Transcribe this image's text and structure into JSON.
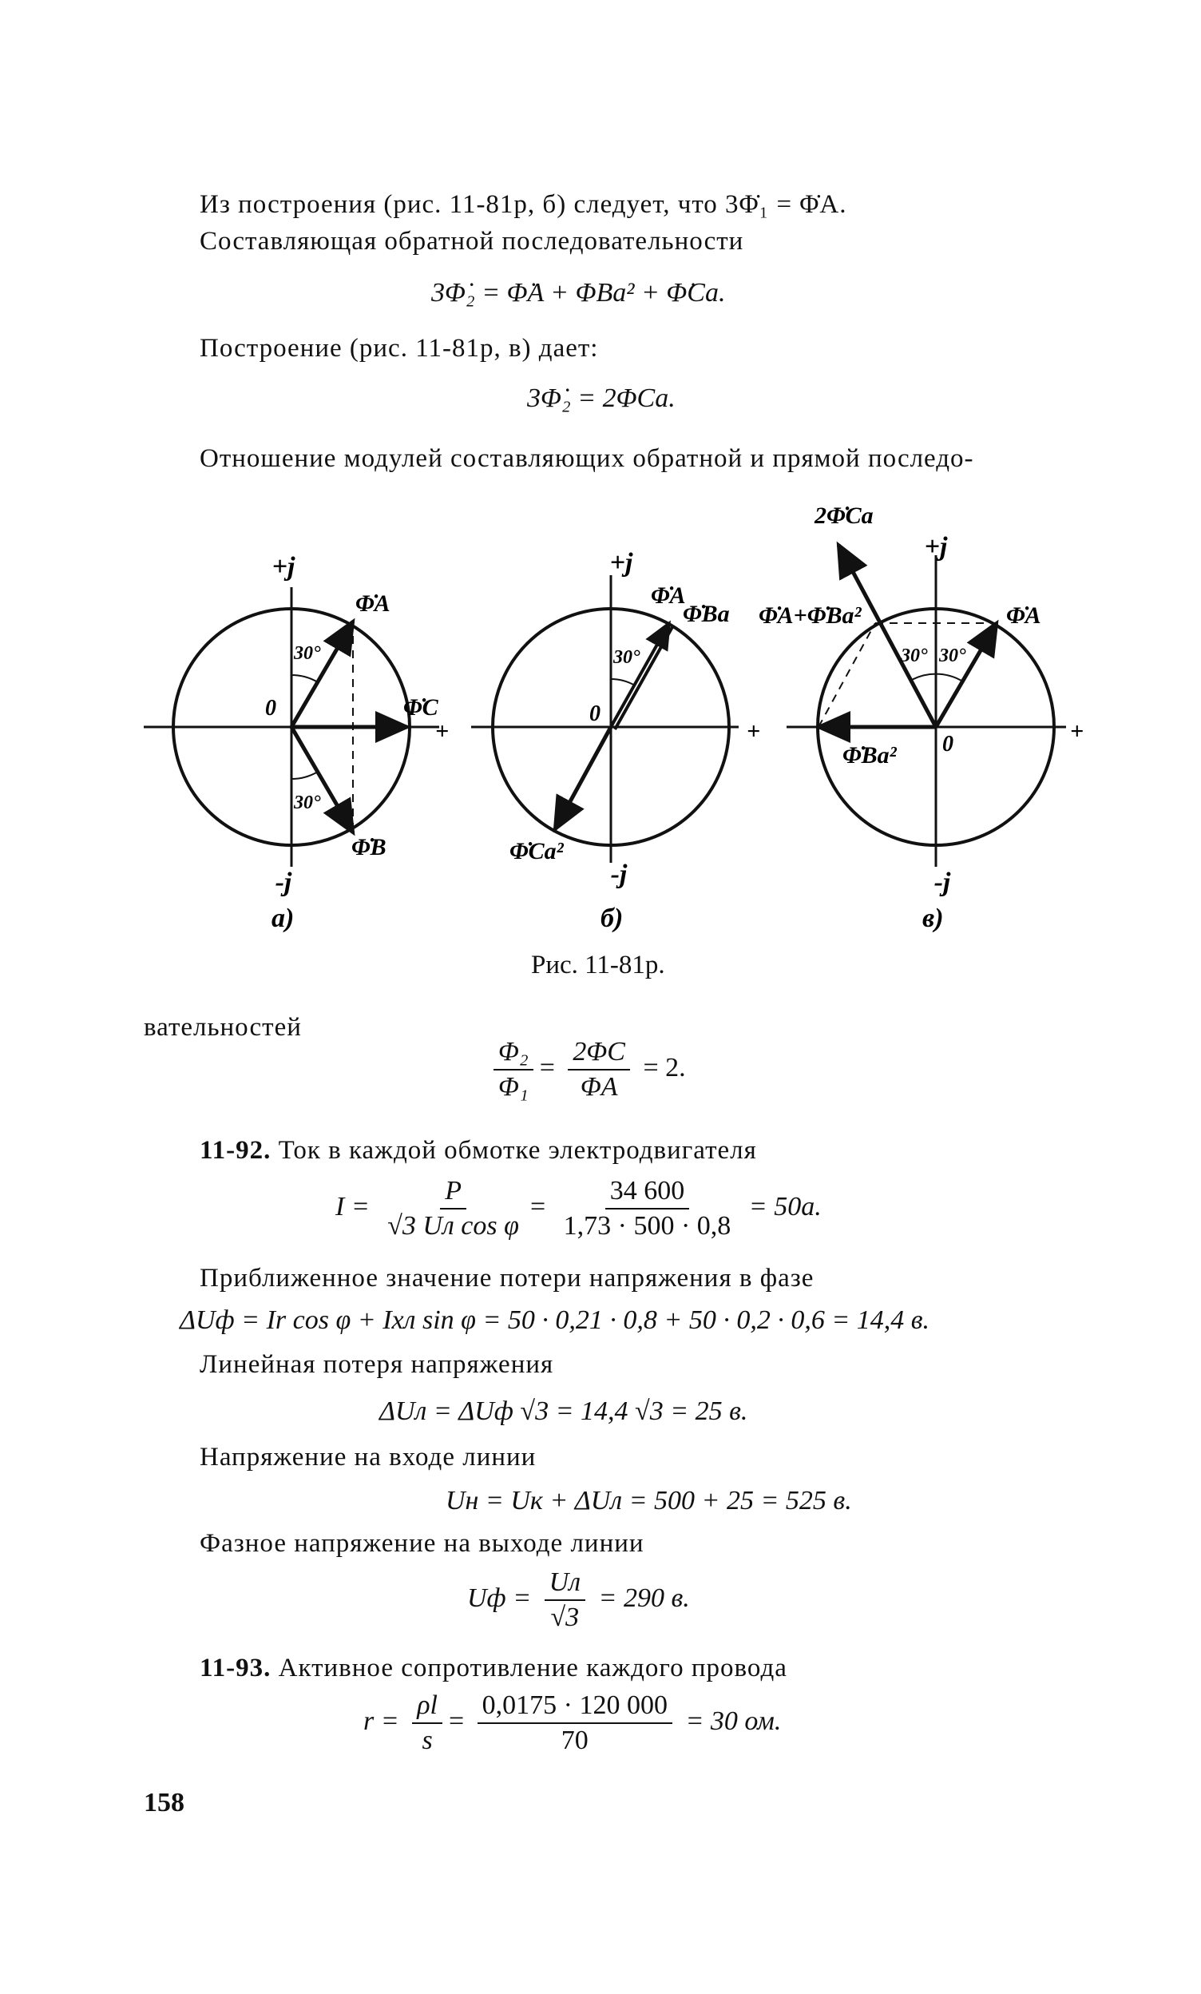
{
  "top": {
    "line1": "Из построения (рис. 11-81р, б) следует, что 3Φ̇₁ = Φ̇A.",
    "line2": "Составляющая обратной последовательности",
    "formula1": "3Φ̇₂ = Φ̇A + ΦBa² + Φ̇Ca.",
    "line3": "Построение (рис. 11-81р, в) дает:",
    "formula2": "3Φ̇₂ = 2ΦCa.",
    "line4": "Отношение модулей составляющих обратной и прямой последо-"
  },
  "figure": {
    "a": {
      "plus_j": "+j",
      "minus_j": "-j",
      "zero": "0",
      "angle1": "30°",
      "angle2": "30°",
      "phi_a": "Φ̇A",
      "phi_b": "Φ̇B",
      "phi_c": "Φ̇C",
      "plus": "+",
      "label": "а)"
    },
    "b": {
      "plus_j": "+j",
      "minus_j": "-j",
      "zero": "0",
      "angle": "30°",
      "phi_a": "Φ̇A",
      "phi_ba": "Φ̇Ba",
      "phi_ca2": "Φ̇Ca²",
      "plus": "+",
      "label": "б)"
    },
    "c": {
      "plus_j": "+j",
      "minus_j": "-j",
      "zero": "0",
      "angle1": "30°",
      "angle2": "30°",
      "phi_a": "Φ̇A",
      "sum": "Φ̇A+Φ̇Ba²",
      "phi_ba2": "Φ̇Ba²",
      "two_phi_ca": "2Φ̇Ca",
      "plus": "+",
      "label": "в)"
    },
    "caption": "Рис. 11-81р."
  },
  "mid": {
    "line1": "вательностей",
    "ratio_num1": "Φ₂",
    "ratio_den1": "Φ₁",
    "ratio_num2": "2ΦC",
    "ratio_den2": "ΦA",
    "ratio_result": "= 2."
  },
  "p92": {
    "num": "11-92.",
    "text": " Ток в каждой обмотке электродвигателя",
    "i_lhs": "I =",
    "i_num1": "P",
    "i_den1": "√3 Uл cos φ",
    "i_num2": "34 600",
    "i_den2": "1,73 · 500 · 0,8",
    "i_res": "= 50а.",
    "line2": "Приближенное значение потери напряжения в фазе",
    "du_formula": "ΔUф = Ir cos φ + Ixл sin φ = 50 · 0,21 · 0,8 + 50 · 0,2 · 0,6 = 14,4 в.",
    "line3": "Линейная потеря напряжения",
    "dul_formula": "ΔUл = ΔUф √3 = 14,4 √3 = 25 в.",
    "line4": "Напряжение на входе линии",
    "un_formula": "Uн = Uк + ΔUл = 500 + 25 = 525 в.",
    "line5": "Фазное напряжение на выходе линии",
    "uf_lhs": "Uф =",
    "uf_num": "Uл",
    "uf_den": "√3",
    "uf_res": "= 290 в."
  },
  "p93": {
    "num": "11-93.",
    "text": " Активное сопротивление каждого провода",
    "r_lhs": "r =",
    "r_num1": "ρl",
    "r_den1": "s",
    "r_num2": "0,0175 · 120 000",
    "r_den2": "70",
    "r_res": "= 30 ом."
  },
  "page_number": "158"
}
